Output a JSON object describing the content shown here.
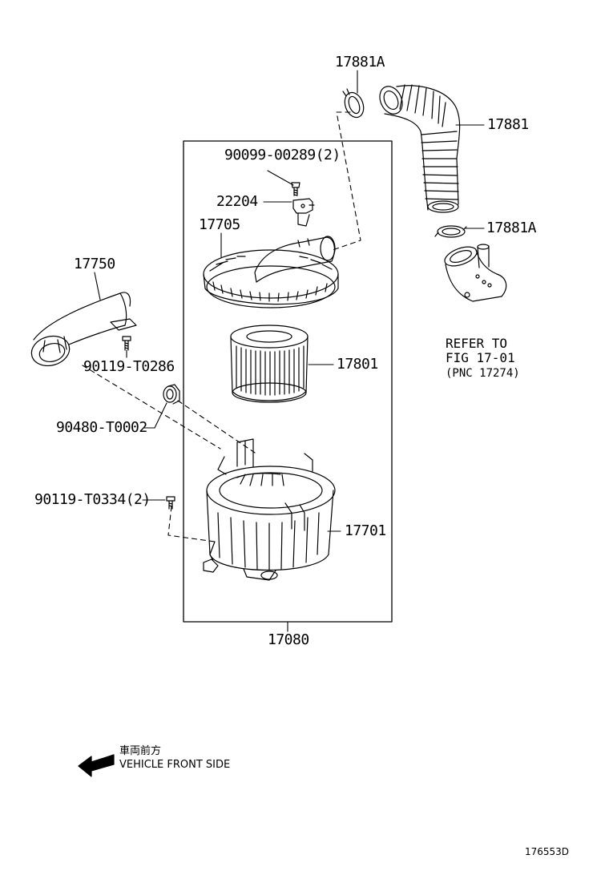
{
  "diagram_code": "176553D",
  "part_labels": {
    "p17881A_top": "17881A",
    "p17881": "17881",
    "p17881A_mid": "17881A",
    "p90099": "90099-00289(2)",
    "p22204": "22204",
    "p17705": "17705",
    "p17750": "17750",
    "p90119_t0286": "90119-T0286",
    "p17801": "17801",
    "p90480": "90480-T0002",
    "p90119_t0334": "90119-T0334(2)",
    "p17701": "17701",
    "p17080": "17080"
  },
  "refer": {
    "line1": "REFER TO",
    "line2": "FIG 17-01",
    "line3": "(PNC 17274)"
  },
  "front_indicator": {
    "japanese": "車両前方",
    "english": "VEHICLE FRONT SIDE"
  }
}
